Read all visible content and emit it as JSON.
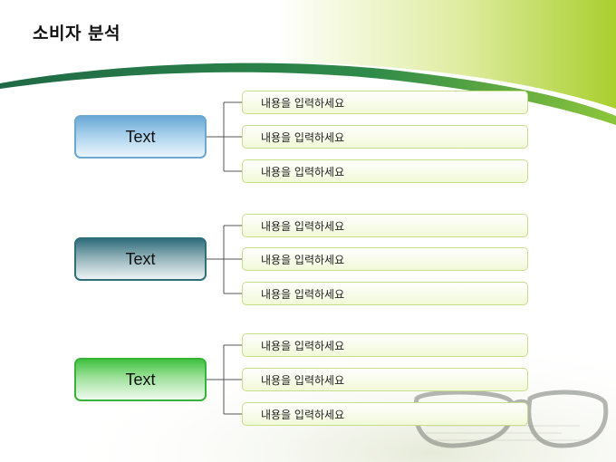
{
  "title": "소비자 분석",
  "groups": [
    {
      "label": "Text",
      "items": [
        "내용을 입력하세요",
        "내용을 입력하세요",
        "내용을 입력하세요"
      ]
    },
    {
      "label": "Text",
      "items": [
        "내용을 입력하세요",
        "내용을 입력하세요",
        "내용을 입력하세요"
      ]
    },
    {
      "label": "Text",
      "items": [
        "내용을 입력하세요",
        "내용을 입력하세요",
        "내용을 입력하세요"
      ]
    }
  ],
  "colors": {
    "accent_green": "#a6cc2c",
    "swoosh_dark": "#2f7b4a",
    "node_blue": "#6fa8cf",
    "node_teal": "#2e6f7a",
    "node_green": "#37b23a",
    "item_border": "#c7de8c"
  }
}
